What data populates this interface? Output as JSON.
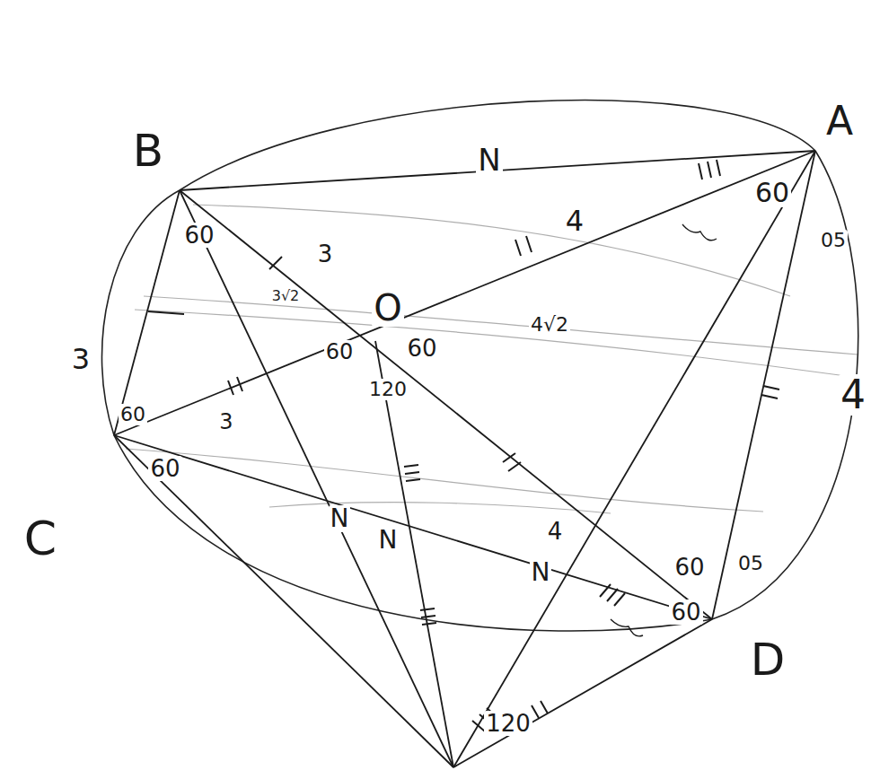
{
  "diagram": {
    "labels": [
      "B",
      "A",
      "C",
      "D",
      "O",
      "N",
      "4",
      "3",
      "3",
      "60",
      "60",
      "05",
      "60",
      "60",
      "120",
      "60",
      "60",
      "3",
      "4",
      "60",
      "60",
      "05",
      "120",
      "4",
      "3√2",
      "4√2",
      "N",
      "N",
      "N"
    ]
  }
}
